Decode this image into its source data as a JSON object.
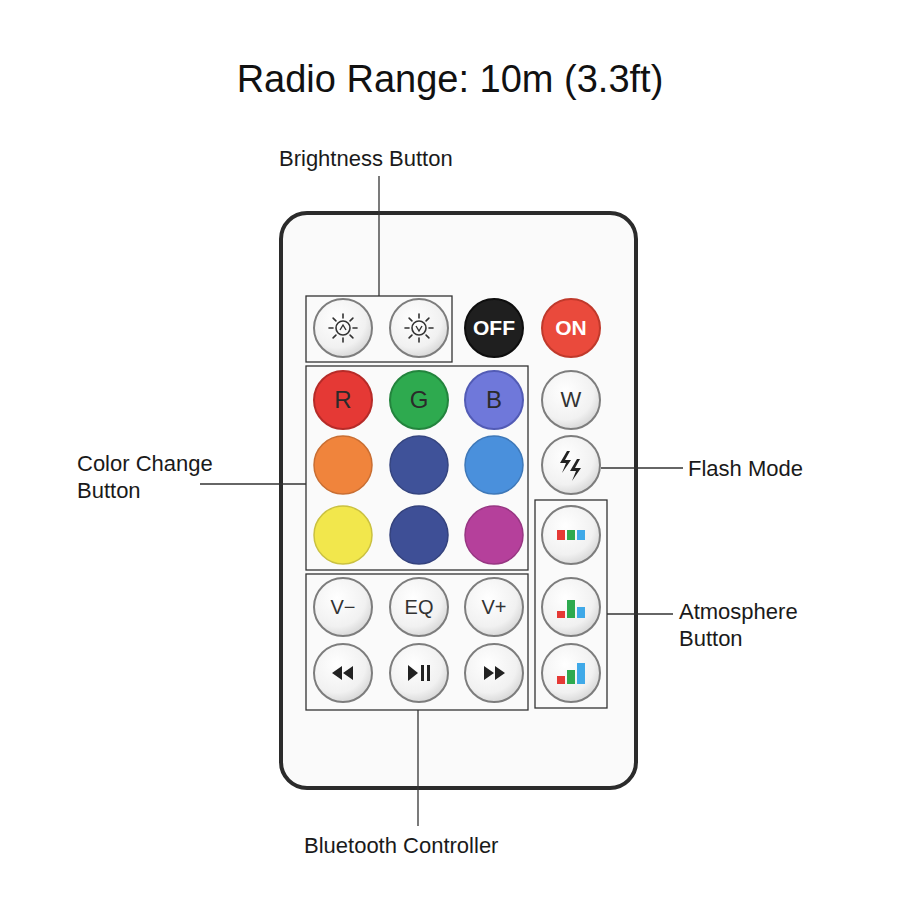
{
  "diagram": {
    "title": "Radio Range: 10m (3.3ft)",
    "nodes": [
      {
        "text": [
          "OFF"
        ]
      },
      {
        "text": [
          "ON"
        ]
      },
      {
        "text": [
          "R"
        ]
      },
      {
        "text": [
          "G"
        ]
      },
      {
        "text": [
          "B"
        ]
      },
      {
        "text": [
          "W"
        ]
      },
      {
        "text": [
          "V−"
        ]
      },
      {
        "text": [
          "EQ"
        ]
      },
      {
        "text": [
          "V+"
        ]
      }
    ],
    "labels": [
      "Brightness Button",
      "Color Change Button",
      "Flash Mode",
      "Atmosphere Button",
      "Bluetooth Controller"
    ]
  }
}
